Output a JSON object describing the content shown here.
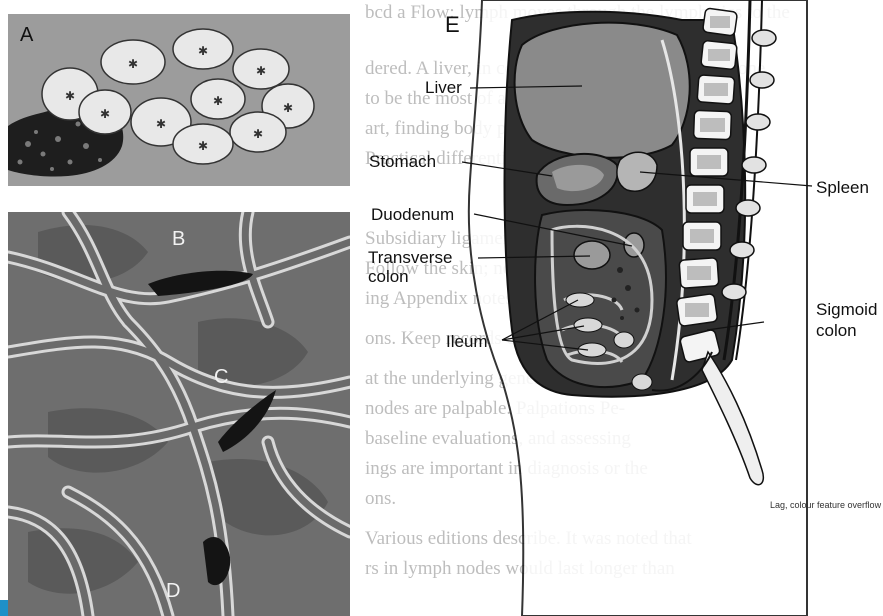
{
  "panels": {
    "a": {
      "label": "A"
    },
    "b": {
      "label": "B"
    },
    "c": {
      "label": "C"
    },
    "d": {
      "label": "D"
    },
    "e": {
      "label": "E"
    }
  },
  "labels": {
    "liver": "Liver",
    "stomach": "Stomach",
    "spleen": "Spleen",
    "duodenum": "Duodenum",
    "transverse_colon": [
      "Transverse",
      "colon"
    ],
    "sigmoid_colon": [
      "Sigmoid",
      "colon"
    ],
    "ileum": "Ileum"
  },
  "background_text": [
    "bcd a Flow: lymph moves through the lymphatics to the",
    "dered. A liver, in contrast, lymph must return for one",
    "to be the most of all normal proceeds. Bowel",
    "art, finding body palpate nodal lymph, contents.",
    "Practical differential findings. Alive to nodes.",
    "Subsidiary ligaments organ. Assess palpatory",
    "Follow the skin; note consistency and abnormal",
    "ing Appendix notes, the lymphatic and the study.",
    "ons. Keep records of changes examined.",
    "at the underlying general, are normal as",
    "nodes are palpable. Palpations Pe-",
    "baseline evaluations, and assessing",
    "ings are important in diagnosis or the",
    "ons.",
    "Various editions describe. It was noted that",
    "rs in lymph nodes would last longer than"
  ],
  "caption": "Lag, colour feature overflow"
}
